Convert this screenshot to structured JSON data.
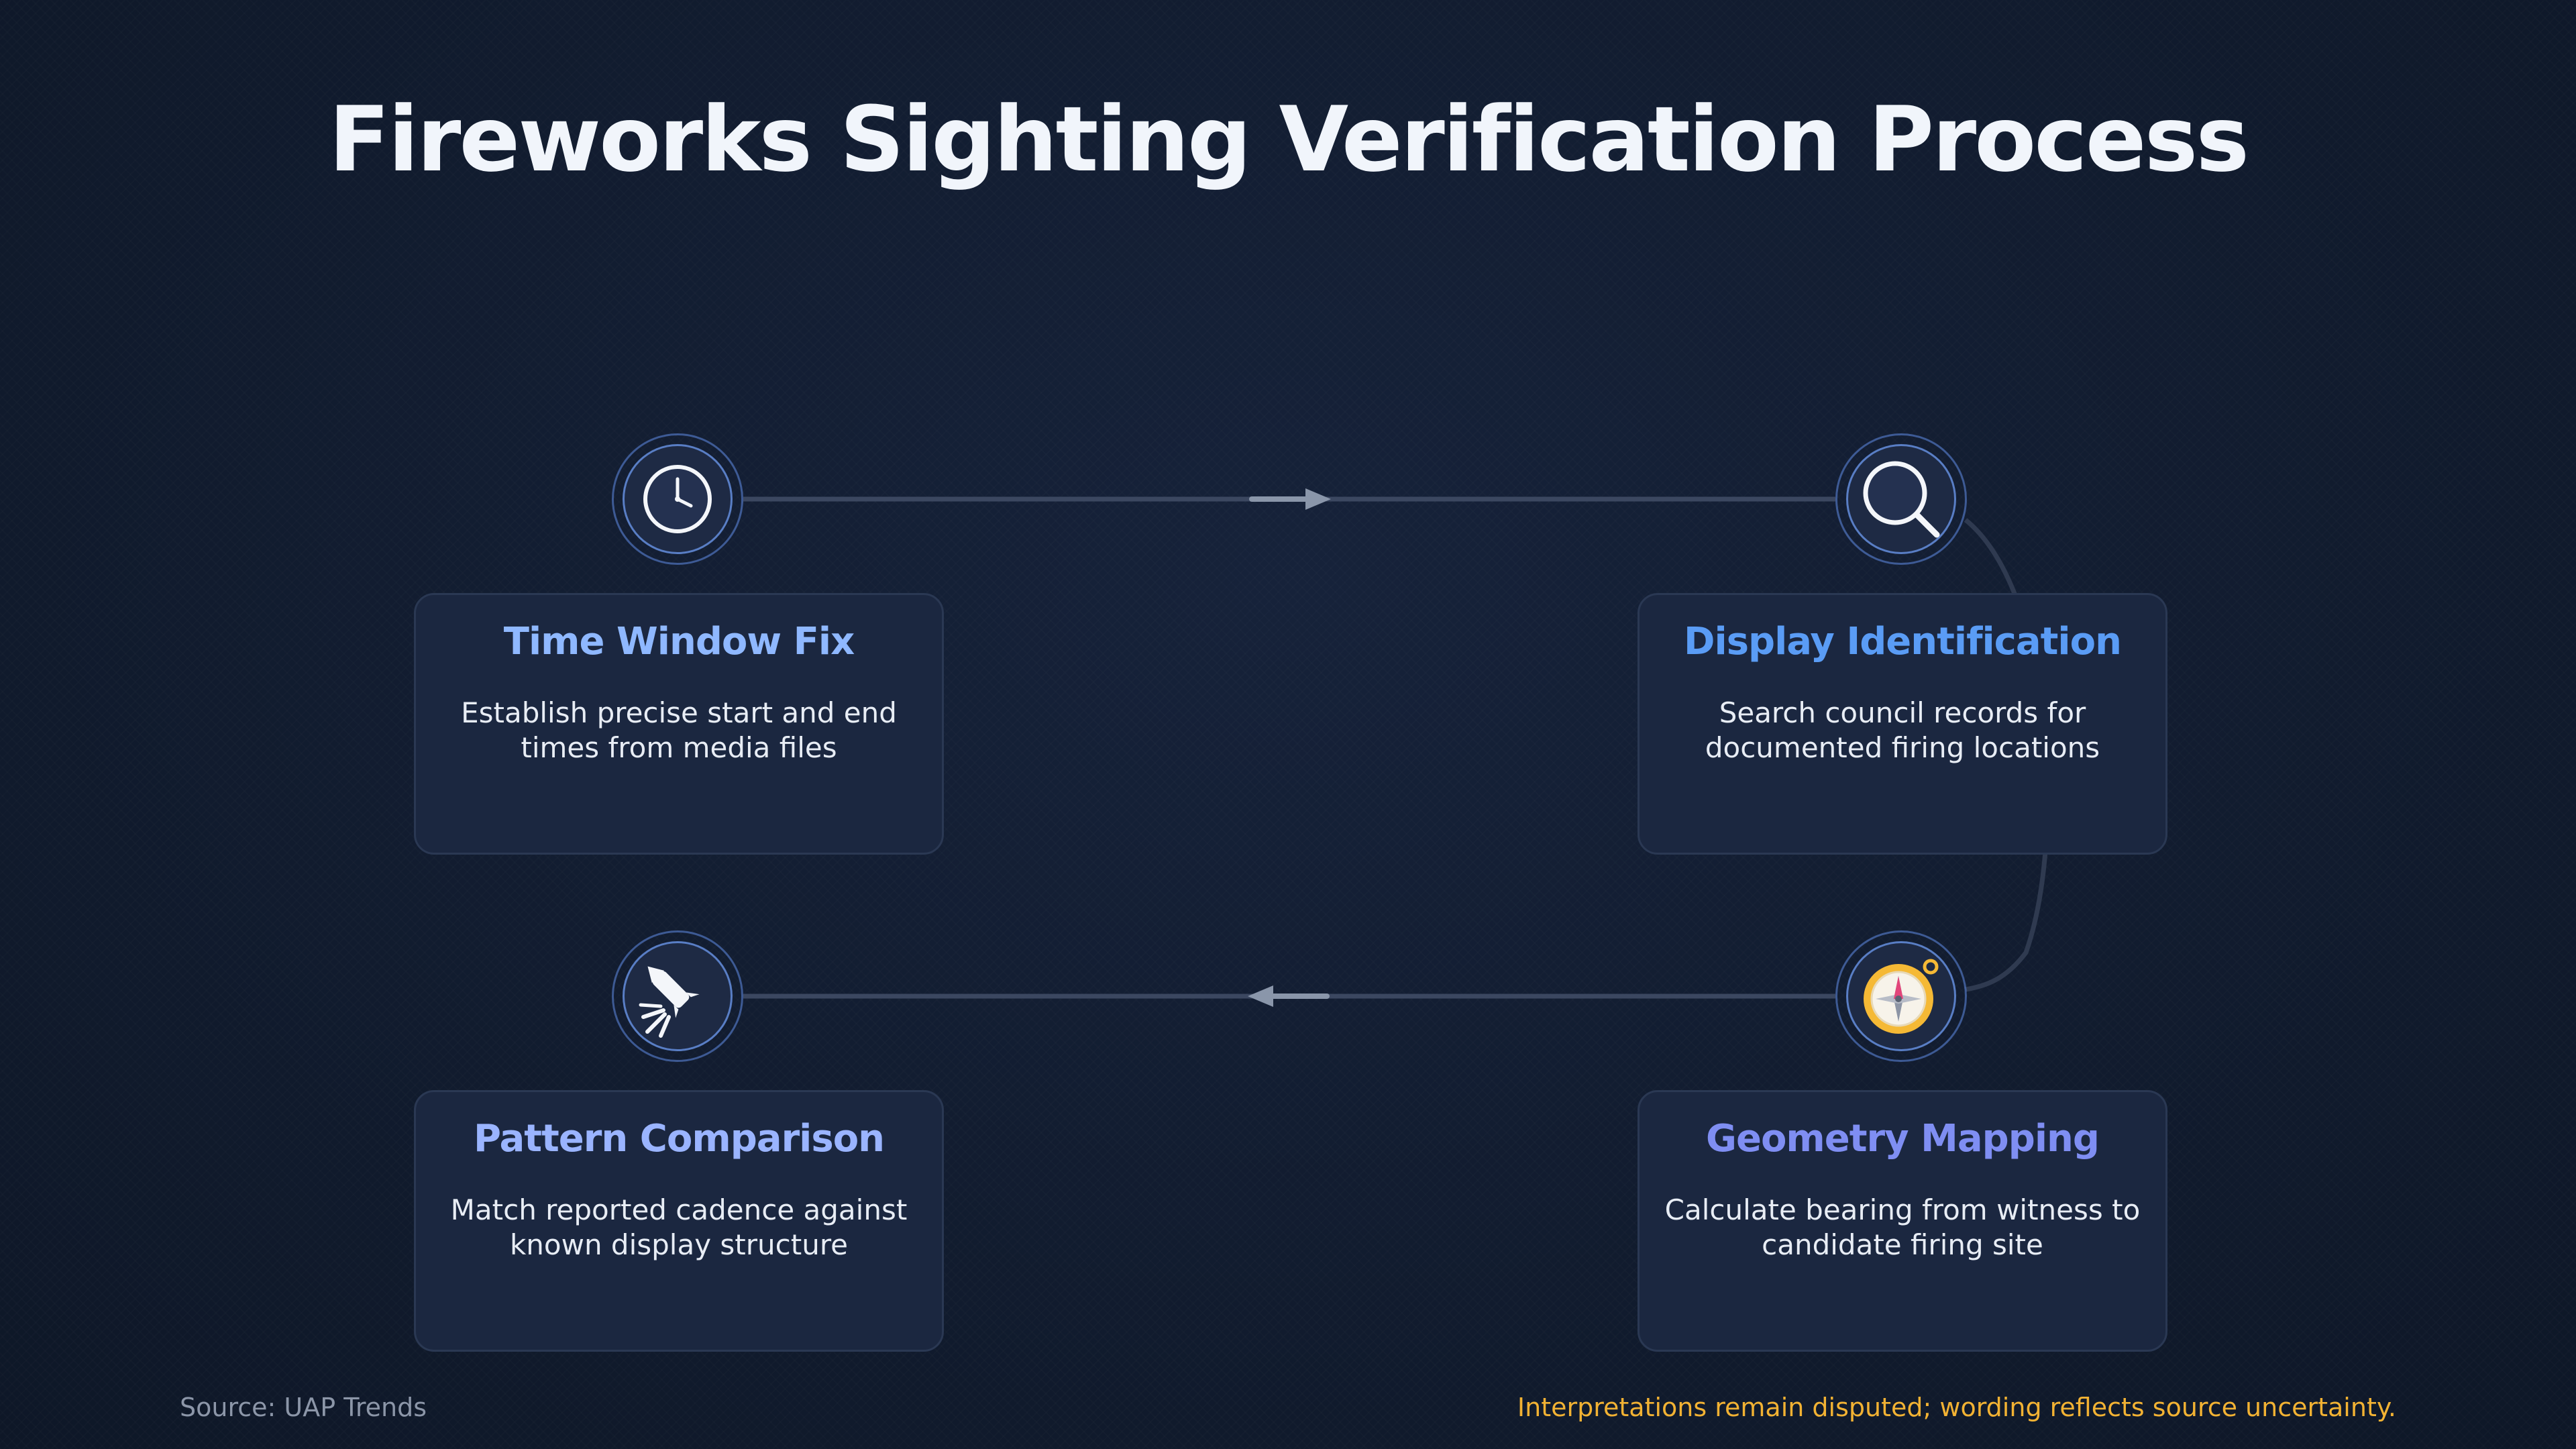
{
  "title": "Fireworks Sighting Verification Process",
  "steps": [
    {
      "title": "Time Window Fix",
      "description": "Establish precise start and end times from media files",
      "icon": "clock-icon",
      "title_color": "#8fb8ff"
    },
    {
      "title": "Display Identification",
      "description": "Search council records for documented firing locations",
      "icon": "magnifier-icon",
      "title_color": "#5a9cf5"
    },
    {
      "title": "Geometry Mapping",
      "description": "Calculate bearing from witness to candidate firing site",
      "icon": "compass-icon",
      "title_color": "#7f8ef2"
    },
    {
      "title": "Pattern Comparison",
      "description": "Match reported cadence against known display structure",
      "icon": "firework-rocket-icon",
      "title_color": "#9ab4ff"
    }
  ],
  "footer": {
    "source": "Source: UAP Trends",
    "note": "Interpretations remain disputed; wording reflects source uncertainty."
  },
  "colors": {
    "background": "#111b2e",
    "connector": "#3b4760",
    "arrow": "#8a96aa",
    "note": "#f2b233"
  }
}
